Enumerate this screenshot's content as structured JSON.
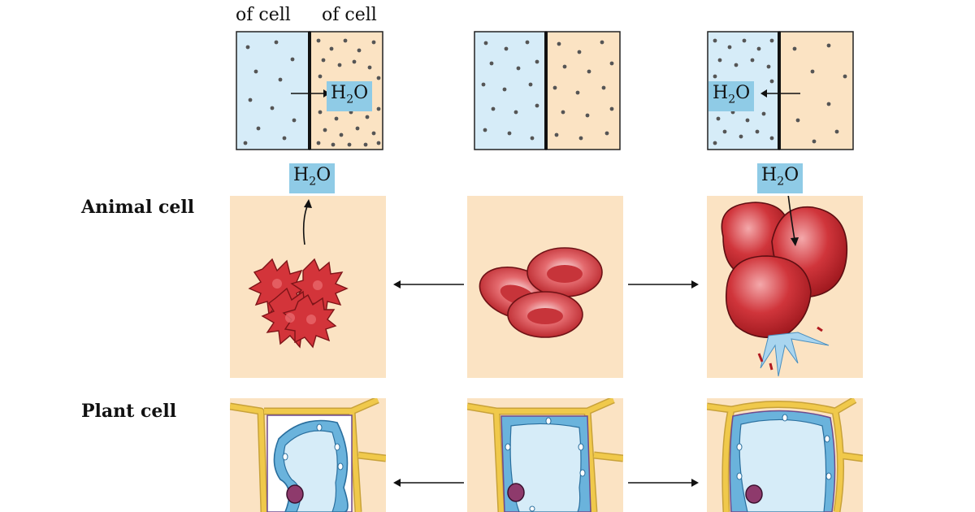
{
  "labels": {
    "top_left_1": "of cell",
    "top_left_2": "of cell",
    "animal_cell": "Animal cell",
    "plant_cell": "Plant cell",
    "h2o_main": "H",
    "h2o_sub": "2",
    "h2o_end": "O"
  },
  "icons": {
    "arrow": "arrow-icon",
    "water_flow": "water-flow-icon"
  },
  "colors": {
    "blue_fill": "#d6ecf8",
    "tan_fill": "#fbe3c3",
    "h2o_tag": "#8fcbe6",
    "cell_red": "#c2272d",
    "cell_wall": "#f0c94b",
    "vacuole": "#d6ecf8",
    "cytoplasm": "#6ab3dc",
    "nucleus": "#8e3a6c"
  }
}
